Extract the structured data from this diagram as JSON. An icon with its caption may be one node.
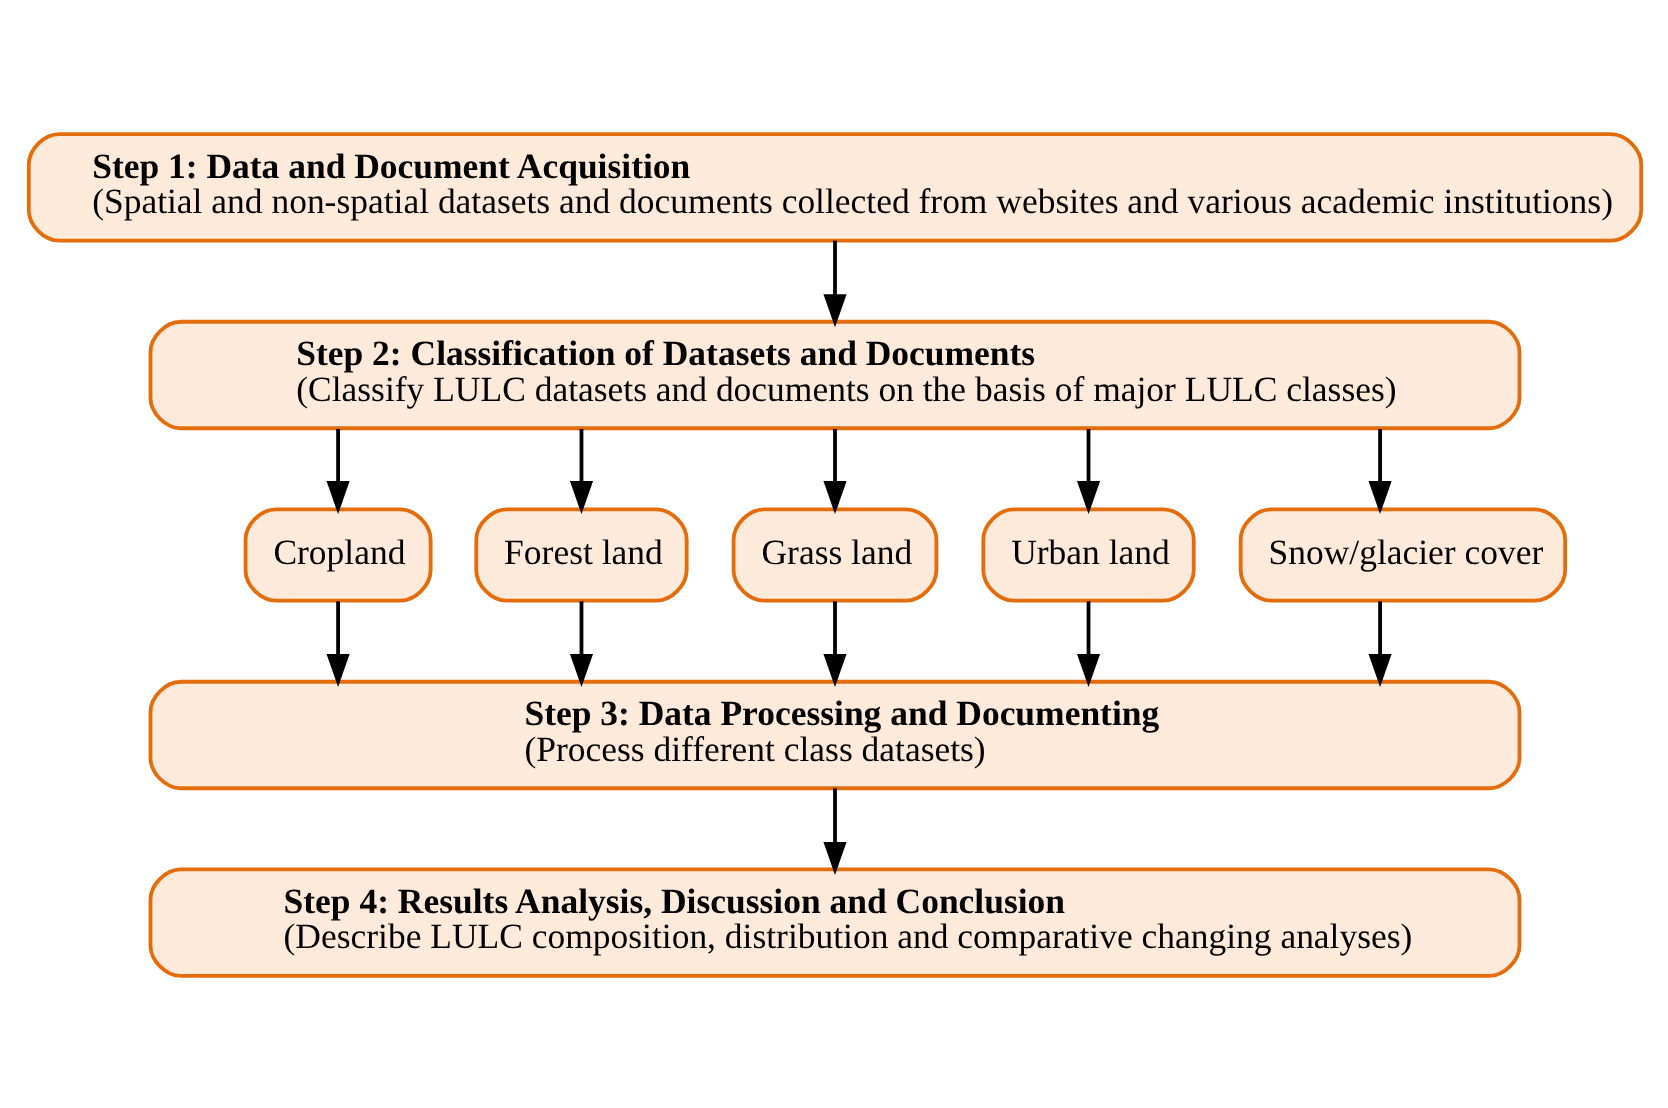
{
  "diagram": {
    "nodes": [
      {
        "text": [
          "Step 1: Data and Document Acquisition",
          "(Spatial and non-spatial datasets and documents collected from websites and various academic institutions)"
        ]
      },
      {
        "text": [
          "Step 2: Classification of Datasets and Documents",
          "(Classify LULC datasets and documents on the basis of major LULC classes)"
        ]
      },
      {
        "text": [
          "Cropland"
        ]
      },
      {
        "text": [
          "Forest land"
        ]
      },
      {
        "text": [
          "Grass land"
        ]
      },
      {
        "text": [
          "Urban land"
        ]
      },
      {
        "text": [
          "Snow/glacier cover"
        ]
      },
      {
        "text": [
          "Step 3: Data Processing and Documenting",
          "(Process different class datasets)"
        ]
      },
      {
        "text": [
          "Step 4: Results Analysis, Discussion and Conclusion",
          "(Describe LULC composition, distribution and comparative changing analyses)"
        ]
      }
    ],
    "edges": [
      {
        "from": 0,
        "to": 1,
        "arrow": "to"
      },
      {
        "from": 1,
        "to": 2,
        "arrow": "to"
      },
      {
        "from": 1,
        "to": 3,
        "arrow": "to"
      },
      {
        "from": 1,
        "to": 4,
        "arrow": "to"
      },
      {
        "from": 1,
        "to": 5,
        "arrow": "to"
      },
      {
        "from": 1,
        "to": 6,
        "arrow": "to"
      },
      {
        "from": 2,
        "to": 7,
        "arrow": "to"
      },
      {
        "from": 3,
        "to": 7,
        "arrow": "to"
      },
      {
        "from": 4,
        "to": 7,
        "arrow": "to"
      },
      {
        "from": 5,
        "to": 7,
        "arrow": "to"
      },
      {
        "from": 6,
        "to": 7,
        "arrow": "to"
      },
      {
        "from": 7,
        "to": 8,
        "arrow": "to"
      }
    ]
  }
}
